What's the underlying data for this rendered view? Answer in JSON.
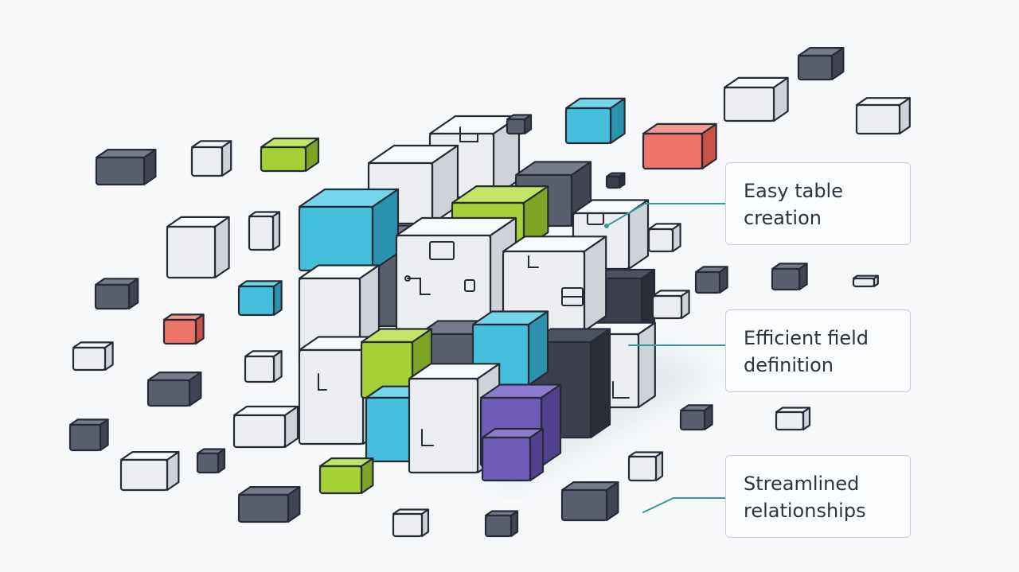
{
  "callouts": [
    {
      "text": "Easy table\ncreation"
    },
    {
      "text": "Efficient field\ndefinition"
    },
    {
      "text": "Streamlined\nrelationships"
    }
  ],
  "colors": {
    "background": "#f6f8fa",
    "outline": "#262b36",
    "cyan": "#45bfdc",
    "lime": "#a6d136",
    "coral": "#ec7468",
    "purple": "#6f5cb6",
    "dark_slate": "#5a5f6d",
    "white_block": "#eceef1",
    "connector": "#2f9e9a"
  },
  "icons": [
    "cube-cluster-icon",
    "block-icon",
    "connector-line-icon"
  ]
}
